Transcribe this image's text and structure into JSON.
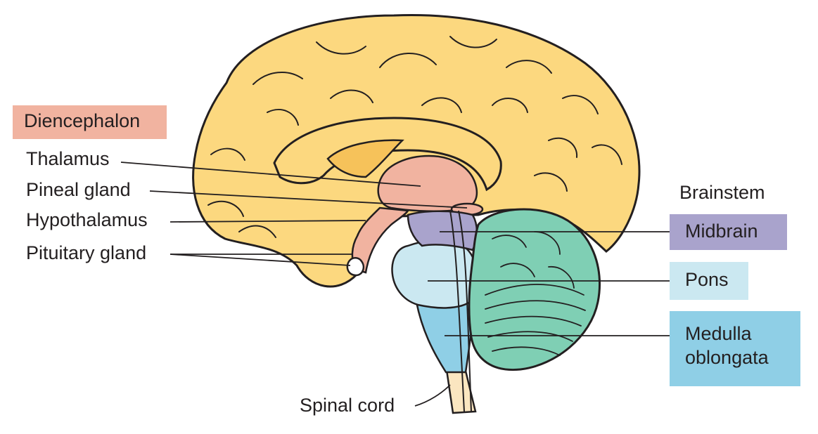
{
  "labels": {
    "diencephalon": "Diencephalon",
    "thalamus": "Thalamus",
    "pineal_gland": "Pineal gland",
    "hypothalamus": "Hypothalamus",
    "pituitary_gland": "Pituitary gland",
    "brainstem": "Brainstem",
    "midbrain": "Midbrain",
    "pons": "Pons",
    "medulla_line1": "Medulla",
    "medulla_line2": "oblongata",
    "spinal_cord": "Spinal cord"
  },
  "colors": {
    "cerebrum": "#fcd87f",
    "cerebrum_inner": "#f6c25a",
    "diencephalon": "#f1b3a0",
    "midbrain": "#a9a3cc",
    "pons": "#cbe8f1",
    "medulla": "#8fcfe6",
    "cerebellum": "#7fcfb4",
    "spinal_cord": "#fbe6c0",
    "outline": "#231f20"
  }
}
